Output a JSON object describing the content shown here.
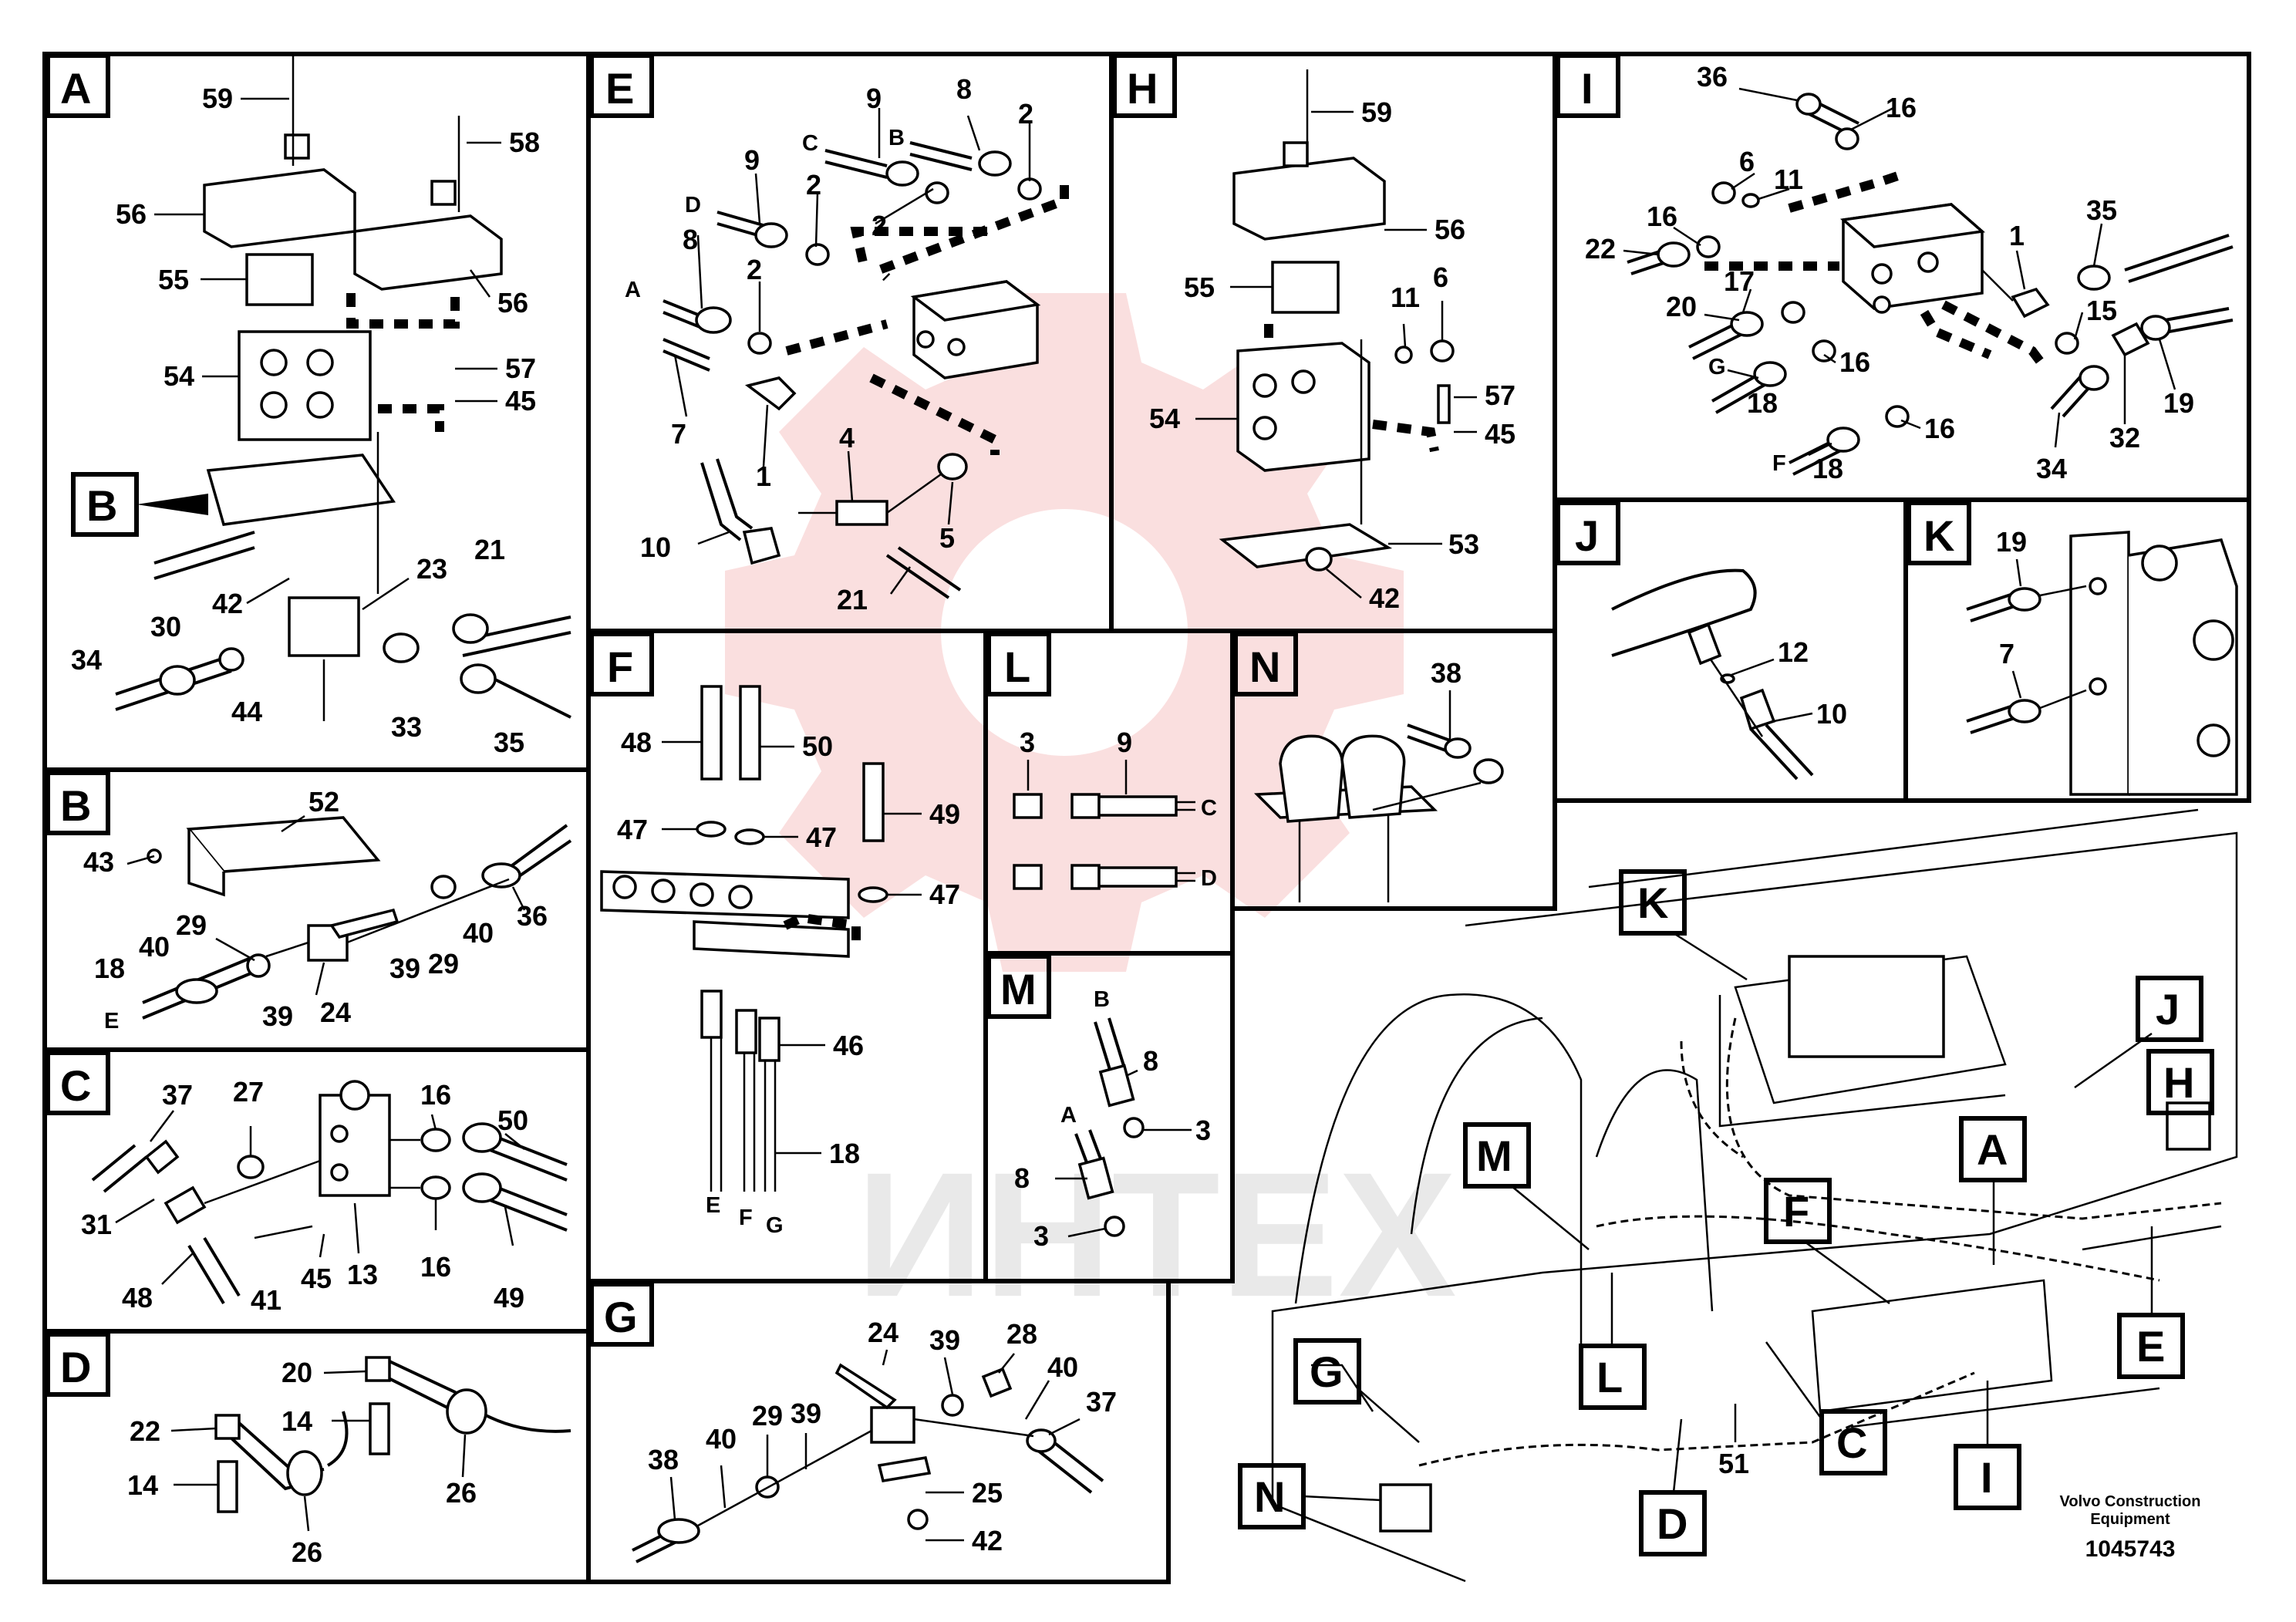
{
  "watermark": "ИНТЕХ",
  "footer": {
    "brand_line1": "Volvo Construction",
    "brand_line2": "Equipment",
    "drawing_number": "1045743"
  },
  "panels": {
    "A": {
      "tag": "A",
      "labels": [
        "59",
        "58",
        "56",
        "56",
        "55",
        "54",
        "57",
        "45",
        "B",
        "42",
        "23",
        "21",
        "30",
        "34",
        "44",
        "33",
        "35"
      ]
    },
    "B": {
      "tag": "B",
      "labels": [
        "52",
        "43",
        "36",
        "29",
        "40",
        "18",
        "E",
        "39",
        "24",
        "39",
        "29",
        "40"
      ]
    },
    "C": {
      "tag": "C",
      "labels": [
        "37",
        "27",
        "16",
        "50",
        "31",
        "41",
        "45",
        "13",
        "16",
        "48",
        "49"
      ]
    },
    "D": {
      "tag": "D",
      "labels": [
        "20",
        "22",
        "14",
        "14",
        "26",
        "26"
      ]
    },
    "E": {
      "tag": "E",
      "labels": [
        "9",
        "8",
        "2",
        "C",
        "B",
        "9",
        "2",
        "D",
        "8",
        "2",
        "2",
        "A",
        "7",
        "1",
        "4",
        "10",
        "5",
        "21"
      ]
    },
    "F": {
      "tag": "F",
      "labels": [
        "48",
        "50",
        "47",
        "47",
        "49",
        "47",
        "46",
        "18",
        "E",
        "F",
        "G"
      ]
    },
    "G": {
      "tag": "G",
      "labels": [
        "24",
        "39",
        "28",
        "40",
        "37",
        "38",
        "40",
        "29",
        "39",
        "25",
        "42"
      ]
    },
    "H": {
      "tag": "H",
      "labels": [
        "59",
        "56",
        "55",
        "11",
        "6",
        "57",
        "45",
        "54",
        "53",
        "42"
      ]
    },
    "I": {
      "tag": "I",
      "labels": [
        "36",
        "16",
        "6",
        "11",
        "35",
        "16",
        "22",
        "1",
        "17",
        "20",
        "15",
        "16",
        "G",
        "18",
        "16",
        "19",
        "32",
        "F",
        "18",
        "34"
      ]
    },
    "J": {
      "tag": "J",
      "labels": [
        "12",
        "10"
      ]
    },
    "K": {
      "tag": "K",
      "labels": [
        "19",
        "7"
      ]
    },
    "L": {
      "tag": "L",
      "labels": [
        "3",
        "9",
        "C",
        "D"
      ]
    },
    "M": {
      "tag": "M",
      "labels": [
        "B",
        "8",
        "3",
        "A",
        "8",
        "3"
      ]
    },
    "N": {
      "tag": "N",
      "labels": [
        "38"
      ]
    }
  },
  "overview": {
    "tags": [
      "K",
      "J",
      "H",
      "A",
      "M",
      "F",
      "E",
      "G",
      "L",
      "C",
      "I",
      "N",
      "D"
    ],
    "part_label": "51"
  }
}
